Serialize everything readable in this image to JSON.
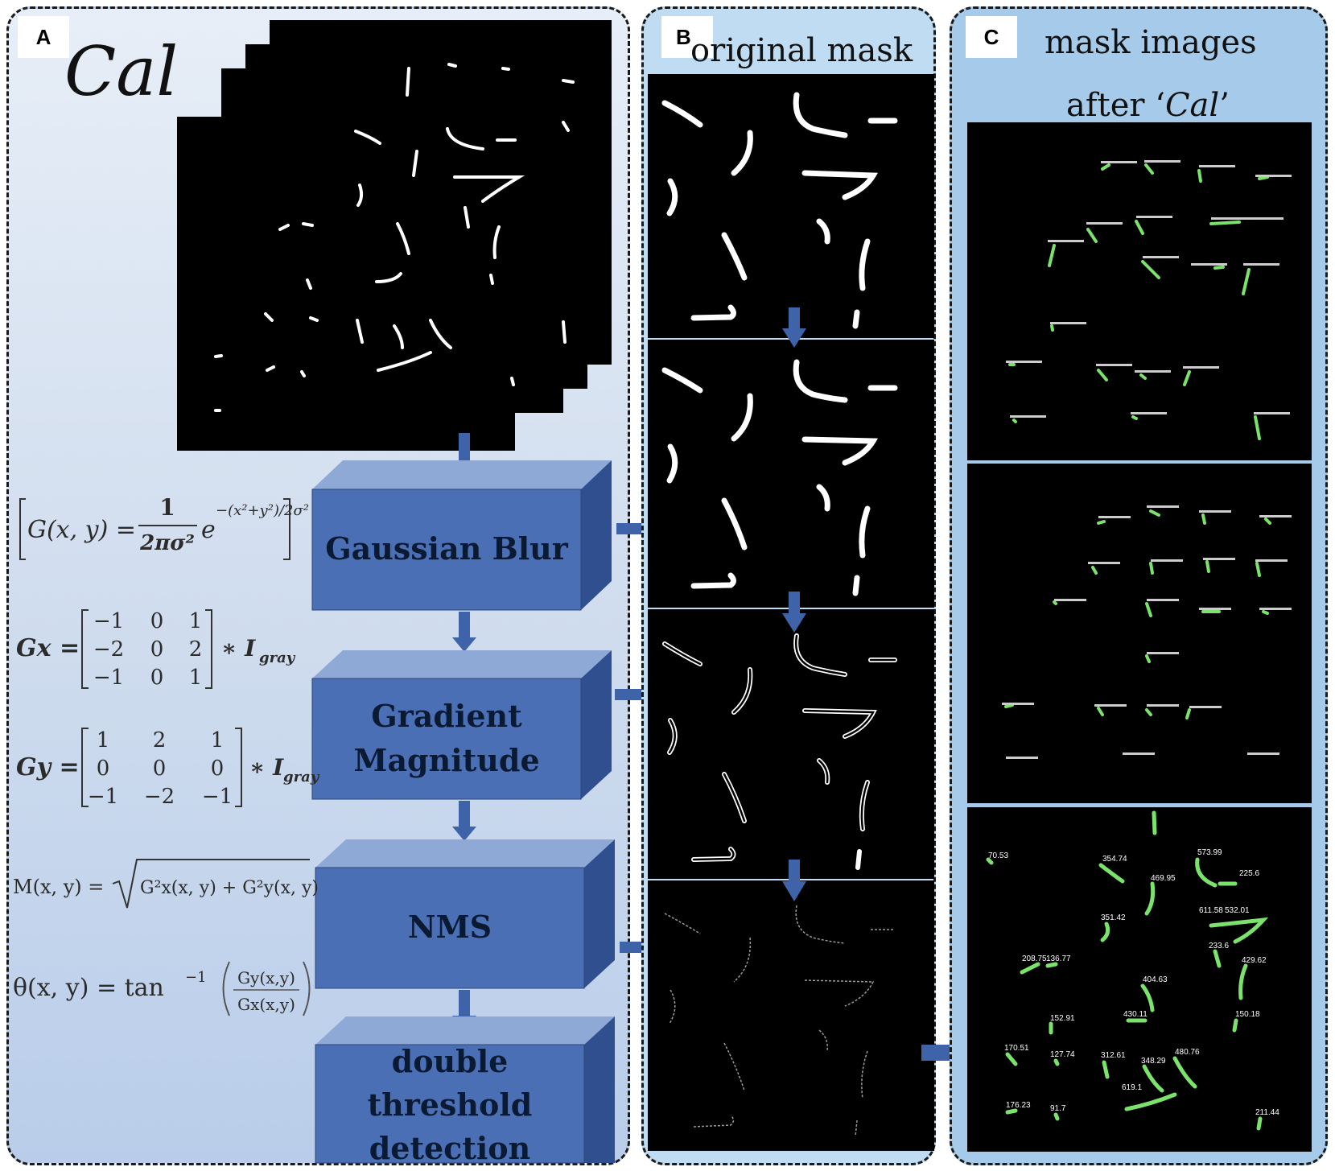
{
  "panels": {
    "a": {
      "letter": "A",
      "title": "Cal",
      "steps": [
        "Gaussian Blur",
        "Gradient",
        "Magnitude",
        "NMS",
        "double",
        "threshold",
        "detection"
      ],
      "equations": {
        "gaussian_lhs": "G(x, y) =",
        "gaussian_num": "1",
        "gaussian_den": "2πσ²",
        "gaussian_e": "e",
        "gaussian_exp": "−(x²+y²)/2σ²",
        "gx_lhs": "Gx =",
        "gx_matrix": [
          [
            "−1",
            "0",
            "1"
          ],
          [
            "−2",
            "0",
            "2"
          ],
          [
            "−1",
            "0",
            "1"
          ]
        ],
        "gx_rhs": "∗ I",
        "gx_sub": "gray",
        "gy_lhs": "Gy =",
        "gy_matrix": [
          [
            "1",
            "2",
            "1"
          ],
          [
            "0",
            "0",
            "0"
          ],
          [
            "−1",
            "−2",
            "−1"
          ]
        ],
        "gy_rhs": "∗ I",
        "gy_sub": "gray",
        "m_lhs": "M(x, y) =",
        "m_rhs": "G²x(x, y) + G²y(x, y)",
        "theta_lhs": "θ(x, y) = tan",
        "theta_sup": "−1",
        "theta_num": "Gy(x,y)",
        "theta_den": "Gx(x,y)"
      }
    },
    "b": {
      "letter": "B",
      "title": "original mask"
    },
    "c": {
      "letter": "C",
      "title_line1": "mask images",
      "title_line2_pre": "after ‘",
      "title_line2_cal": "Cal",
      "title_line2_post": "’"
    }
  },
  "measurements": [
    "70.53",
    "354.74",
    "573.99",
    "225.6",
    "469.95",
    "351.42",
    "611.58",
    "532.01",
    "208.75",
    "136.77",
    "233.6",
    "404.63",
    "429.62",
    "430.11",
    "152.91",
    "150.18",
    "170.51",
    "127.74",
    "312.61",
    "348.29",
    "480.76",
    "619.1",
    "176.23",
    "91.7",
    "211.44"
  ],
  "colors": {
    "box_front": "#4a6fb5",
    "box_top": "#8ea9d6",
    "box_side": "#2f4f8f",
    "arrow": "#3f63a8",
    "highlight": "#7be36b"
  }
}
